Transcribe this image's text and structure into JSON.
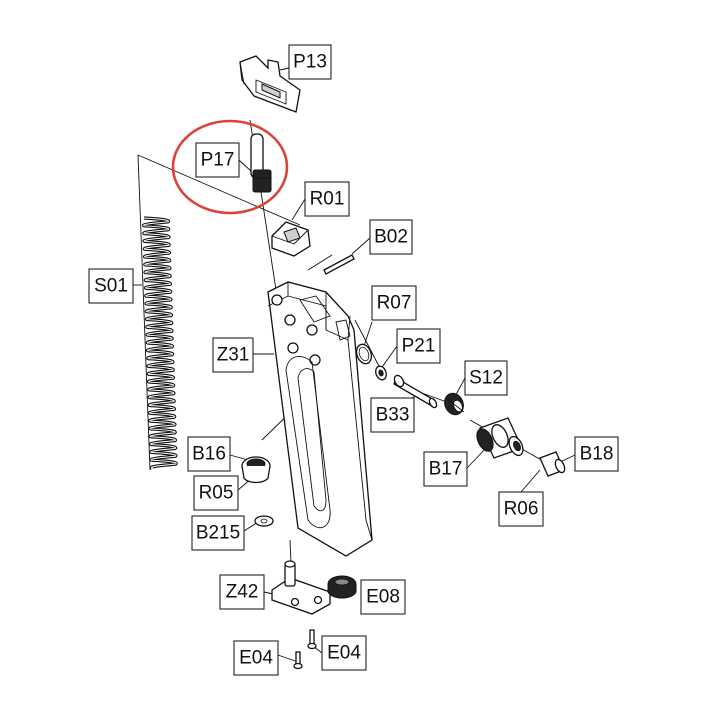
{
  "labels": {
    "P13": "P13",
    "P17": "P17",
    "R01": "R01",
    "B02": "B02",
    "S01": "S01",
    "R07": "R07",
    "Z31": "Z31",
    "P21": "P21",
    "S12": "S12",
    "B33": "B33",
    "B16": "B16",
    "B18": "B18",
    "B17": "B17",
    "R05": "R05",
    "R06": "R06",
    "B215": "B215",
    "Z42": "Z42",
    "E08": "E08",
    "E04_left": "E04",
    "E04_right": "E04"
  },
  "highlight": {
    "target": "P17",
    "color": "#d9443a"
  }
}
